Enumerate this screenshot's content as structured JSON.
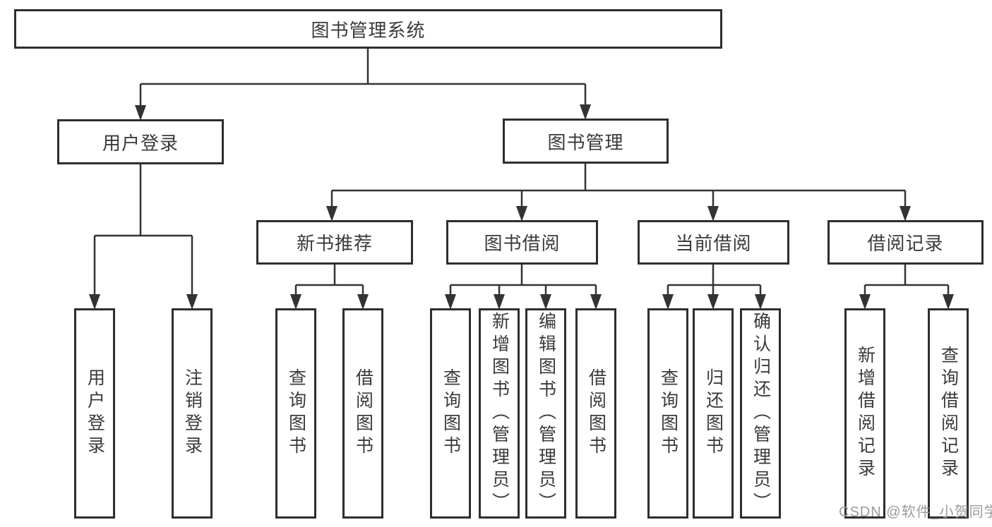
{
  "diagram": {
    "root": {
      "label": "图书管理系统"
    },
    "branches": [
      {
        "label": "用户登录",
        "children": [
          {
            "label": "用户登录"
          },
          {
            "label": "注销登录"
          }
        ]
      },
      {
        "label": "图书管理",
        "children": [
          {
            "label": "新书推荐",
            "children": [
              {
                "label": "查询图书"
              },
              {
                "label": "借阅图书"
              }
            ]
          },
          {
            "label": "图书借阅",
            "children": [
              {
                "label": "查询图书"
              },
              {
                "label": "新增图书（管理员）"
              },
              {
                "label": "编辑图书（管理员）"
              },
              {
                "label": "借阅图书"
              }
            ]
          },
          {
            "label": "当前借阅",
            "children": [
              {
                "label": "查询图书"
              },
              {
                "label": "归还图书"
              },
              {
                "label": "确认归还（管理员）"
              }
            ]
          },
          {
            "label": "借阅记录",
            "children": [
              {
                "label": "新增借阅记录"
              },
              {
                "label": "查询借阅记录"
              }
            ]
          }
        ]
      }
    ]
  },
  "colors": {
    "line": "#333333",
    "box_border": "#2e2e2e",
    "box_background": "#ffffff",
    "text": "#3a3a3a",
    "watermark": "#9b9b9b"
  },
  "watermark": {
    "text": "CSDN @软件_小贺同学"
  }
}
